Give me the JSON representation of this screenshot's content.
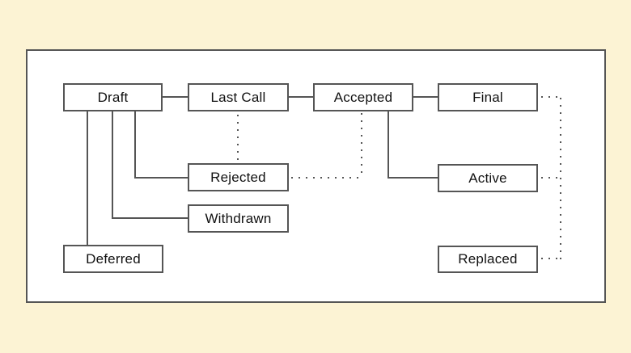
{
  "colors": {
    "background": "#FCF3D4",
    "panel": "#FFFFFF",
    "line": "#555555",
    "text": "#111111"
  },
  "diagram": {
    "type": "state-diagram",
    "nodes": [
      {
        "id": "draft",
        "label": "Draft"
      },
      {
        "id": "last-call",
        "label": "Last Call"
      },
      {
        "id": "accepted",
        "label": "Accepted"
      },
      {
        "id": "final",
        "label": "Final"
      },
      {
        "id": "rejected",
        "label": "Rejected"
      },
      {
        "id": "active",
        "label": "Active"
      },
      {
        "id": "withdrawn",
        "label": "Withdrawn"
      },
      {
        "id": "deferred",
        "label": "Deferred"
      },
      {
        "id": "replaced",
        "label": "Replaced"
      }
    ],
    "edges": [
      {
        "from": "draft",
        "to": "last-call",
        "style": "solid"
      },
      {
        "from": "last-call",
        "to": "accepted",
        "style": "solid"
      },
      {
        "from": "accepted",
        "to": "final",
        "style": "solid"
      },
      {
        "from": "draft",
        "to": "rejected",
        "style": "solid"
      },
      {
        "from": "draft",
        "to": "withdrawn",
        "style": "solid"
      },
      {
        "from": "draft",
        "to": "deferred",
        "style": "solid"
      },
      {
        "from": "accepted",
        "to": "active",
        "style": "solid"
      },
      {
        "from": "last-call",
        "to": "rejected",
        "style": "dotted"
      },
      {
        "from": "rejected",
        "to": "accepted",
        "style": "dotted"
      },
      {
        "from": "final",
        "to": "replaced",
        "style": "dotted"
      },
      {
        "from": "active",
        "to": "replaced",
        "style": "dotted"
      }
    ]
  }
}
